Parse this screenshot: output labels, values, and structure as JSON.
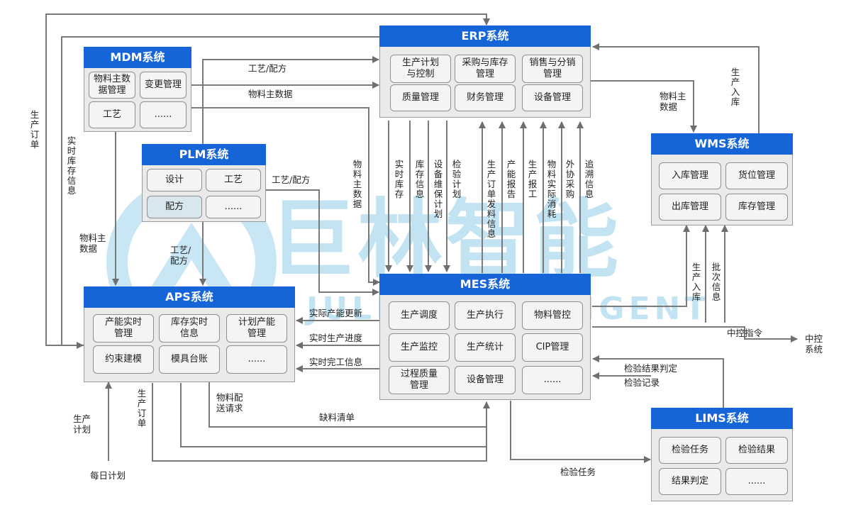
{
  "watermark": {
    "cn": "巨林智能",
    "en": "JULIN INTELLIGENT"
  },
  "systems": {
    "erp": {
      "title": "ERP系统",
      "modules": [
        "生产计划\n与控制",
        "采购与库存\n管理",
        "销售与分销\n管理",
        "质量管理",
        "财务管理",
        "设备管理"
      ]
    },
    "mdm": {
      "title": "MDM系统",
      "modules": [
        "物料主数\n据管理",
        "变更管理",
        "工艺",
        "......"
      ]
    },
    "plm": {
      "title": "PLM系统",
      "modules": [
        "设计",
        "工艺",
        "配方",
        "......"
      ]
    },
    "wms": {
      "title": "WMS系统",
      "modules": [
        "入库管理",
        "货位管理",
        "出库管理",
        "库存管理"
      ]
    },
    "aps": {
      "title": "APS系统",
      "modules": [
        "产能实时\n管理",
        "库存实时\n信息",
        "计划产能\n管理",
        "约束建模",
        "模具台账",
        "......"
      ]
    },
    "mes": {
      "title": "MES系统",
      "modules": [
        "生产调度",
        "生产执行",
        "物料管控",
        "生产监控",
        "生产统计",
        "CIP管理",
        "过程质量\n管理",
        "设备管理",
        "......"
      ]
    },
    "lims": {
      "title": "LIMS系统",
      "modules": [
        "检验任务",
        "检验结果",
        "结果判定",
        "......"
      ]
    }
  },
  "labels": {
    "craft_recipe": "工艺/配方",
    "material_master": "物料主数据",
    "production_order": "生产订单",
    "realtime_inventory": "实时库存信息",
    "material_master_aps": "物料主\n数据",
    "plm_craft_recipe": "工艺/配方",
    "plm_aps_craft": "工艺/\n配方",
    "mdm_mes_material": "物料主数据",
    "mes_erp": [
      "实时库存",
      "库存信息",
      "设备维保计划",
      "检验计划",
      "生产订单发料信息",
      "产能报告",
      "生产报工",
      "物料实际消耗",
      "外协采购",
      "追溯信息"
    ],
    "wms_material": "物料主\n数据",
    "wms_in": "生产入库",
    "mes_wms_in": "生产入库",
    "batch_info": "批次信息",
    "capacity_update": "实际产能更新",
    "progress": "实时生产进度",
    "completion": "实时完工信息",
    "control_cmd": "中控指令",
    "central_control": "中控\n系统",
    "inspect_judge": "检验结果判定",
    "inspect_record": "检验记录",
    "inspect_task": "检验任务",
    "shortage": "缺料清单",
    "delivery_request": "物料配\n送请求",
    "aps_order": "生产订单",
    "plan": "生产\n计划",
    "daily_plan": "每日计划"
  },
  "colors": {
    "title_bg": "#1565d8",
    "line": "#7a7a7a",
    "box_bg": "#eaeaea",
    "module_bg": "#f4f4f4",
    "watermark": "#6ebee1"
  }
}
